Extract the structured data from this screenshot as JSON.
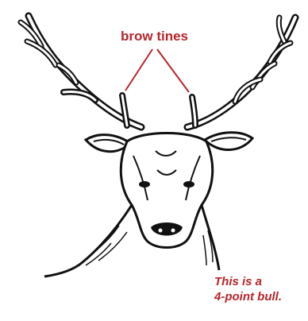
{
  "diagram": {
    "label": "brow tines",
    "caption_line1": "This is a",
    "caption_line2": "4-point bull.",
    "accent_color": "#b5262b",
    "illustration": "elk-head-drawing"
  }
}
